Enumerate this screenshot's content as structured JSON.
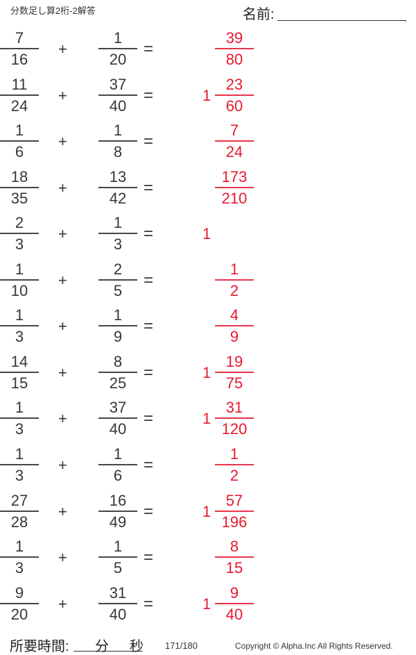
{
  "header": {
    "title": "分数足し算2桁-2解答",
    "name_label": "名前:",
    "name_end_mark": "."
  },
  "colors": {
    "text": "#3a3533",
    "answer": "#e8182e"
  },
  "problems": [
    {
      "a": {
        "num": "7",
        "den": "16"
      },
      "b": {
        "num": "1",
        "den": "20"
      },
      "op": "+",
      "eq": "=",
      "answer": {
        "whole": "",
        "num": "39",
        "den": "80"
      }
    },
    {
      "a": {
        "num": "11",
        "den": "24"
      },
      "b": {
        "num": "37",
        "den": "40"
      },
      "op": "+",
      "eq": "=",
      "answer": {
        "whole": "1",
        "num": "23",
        "den": "60"
      }
    },
    {
      "a": {
        "num": "1",
        "den": "6"
      },
      "b": {
        "num": "1",
        "den": "8"
      },
      "op": "+",
      "eq": "=",
      "answer": {
        "whole": "",
        "num": "7",
        "den": "24"
      }
    },
    {
      "a": {
        "num": "18",
        "den": "35"
      },
      "b": {
        "num": "13",
        "den": "42"
      },
      "op": "+",
      "eq": "=",
      "answer": {
        "whole": "",
        "num": "173",
        "den": "210"
      }
    },
    {
      "a": {
        "num": "2",
        "den": "3"
      },
      "b": {
        "num": "1",
        "den": "3"
      },
      "op": "+",
      "eq": "=",
      "answer": {
        "whole": "1",
        "num": "",
        "den": ""
      }
    },
    {
      "a": {
        "num": "1",
        "den": "10"
      },
      "b": {
        "num": "2",
        "den": "5"
      },
      "op": "+",
      "eq": "=",
      "answer": {
        "whole": "",
        "num": "1",
        "den": "2"
      }
    },
    {
      "a": {
        "num": "1",
        "den": "3"
      },
      "b": {
        "num": "1",
        "den": "9"
      },
      "op": "+",
      "eq": "=",
      "answer": {
        "whole": "",
        "num": "4",
        "den": "9"
      }
    },
    {
      "a": {
        "num": "14",
        "den": "15"
      },
      "b": {
        "num": "8",
        "den": "25"
      },
      "op": "+",
      "eq": "=",
      "answer": {
        "whole": "1",
        "num": "19",
        "den": "75"
      }
    },
    {
      "a": {
        "num": "1",
        "den": "3"
      },
      "b": {
        "num": "37",
        "den": "40"
      },
      "op": "+",
      "eq": "=",
      "answer": {
        "whole": "1",
        "num": "31",
        "den": "120"
      }
    },
    {
      "a": {
        "num": "1",
        "den": "3"
      },
      "b": {
        "num": "1",
        "den": "6"
      },
      "op": "+",
      "eq": "=",
      "answer": {
        "whole": "",
        "num": "1",
        "den": "2"
      }
    },
    {
      "a": {
        "num": "27",
        "den": "28"
      },
      "b": {
        "num": "16",
        "den": "49"
      },
      "op": "+",
      "eq": "=",
      "answer": {
        "whole": "1",
        "num": "57",
        "den": "196"
      }
    },
    {
      "a": {
        "num": "1",
        "den": "3"
      },
      "b": {
        "num": "1",
        "den": "5"
      },
      "op": "+",
      "eq": "=",
      "answer": {
        "whole": "",
        "num": "8",
        "den": "15"
      }
    },
    {
      "a": {
        "num": "9",
        "den": "20"
      },
      "b": {
        "num": "31",
        "den": "40"
      },
      "op": "+",
      "eq": "=",
      "answer": {
        "whole": "1",
        "num": "9",
        "den": "40"
      }
    }
  ],
  "footer": {
    "time_label": "所要時間:",
    "minutes_unit": "分",
    "seconds_unit": "秒",
    "page": "171/180",
    "copyright": "Copyright ©  Alpha.Inc All Rights Reserved."
  }
}
